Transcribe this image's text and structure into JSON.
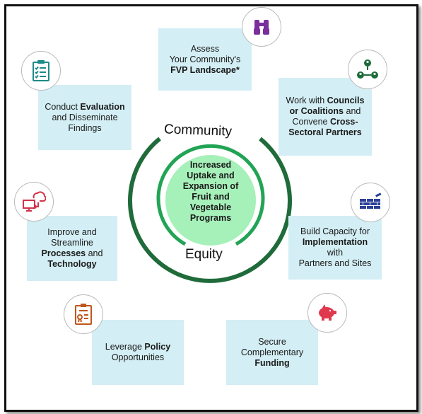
{
  "center": {
    "lines": [
      "Increased",
      "Uptake and",
      "Expansion of",
      "Fruit and",
      "Vegetable",
      "Programs"
    ]
  },
  "rings": {
    "outer_label": "Community",
    "inner_label": "Equity"
  },
  "colors": {
    "outer_ring": "#1f6b3a",
    "inner_ring": "#22a455",
    "center_fill": "#a6f0b9",
    "box_fill": "#d3eef4"
  },
  "items": {
    "assess": {
      "pre": "Assess\nYour Community's\n",
      "bold": "FVP Landscape*",
      "icon": "binoculars-icon"
    },
    "councils": {
      "pre": "Work with ",
      "bold1": "Councils\nor Coalitions",
      "mid": " and\nConvene ",
      "bold2": "Cross-\nSectoral Partners",
      "icon": "people-network-icon"
    },
    "capacity": {
      "pre": "Build Capacity for\n",
      "bold": "Implementation",
      "post": " with\nPartners and Sites",
      "icon": "brick-wall-icon"
    },
    "funding": {
      "pre": "Secure\nComplementary\n",
      "bold": "Funding",
      "icon": "piggy-bank-icon"
    },
    "policy": {
      "pre": "Leverage ",
      "bold": "Policy",
      "post": "\nOpportunities",
      "icon": "certificate-icon"
    },
    "processes": {
      "pre": "Improve and\nStreamline\n",
      "bold1": "Processes",
      "mid": " and\n",
      "bold2": "Technology",
      "icon": "computer-cloud-icon"
    },
    "evaluation": {
      "pre": "Conduct ",
      "bold": "Evaluation",
      "post": "\nand Disseminate\nFindings",
      "icon": "clipboard-checklist-icon"
    }
  }
}
